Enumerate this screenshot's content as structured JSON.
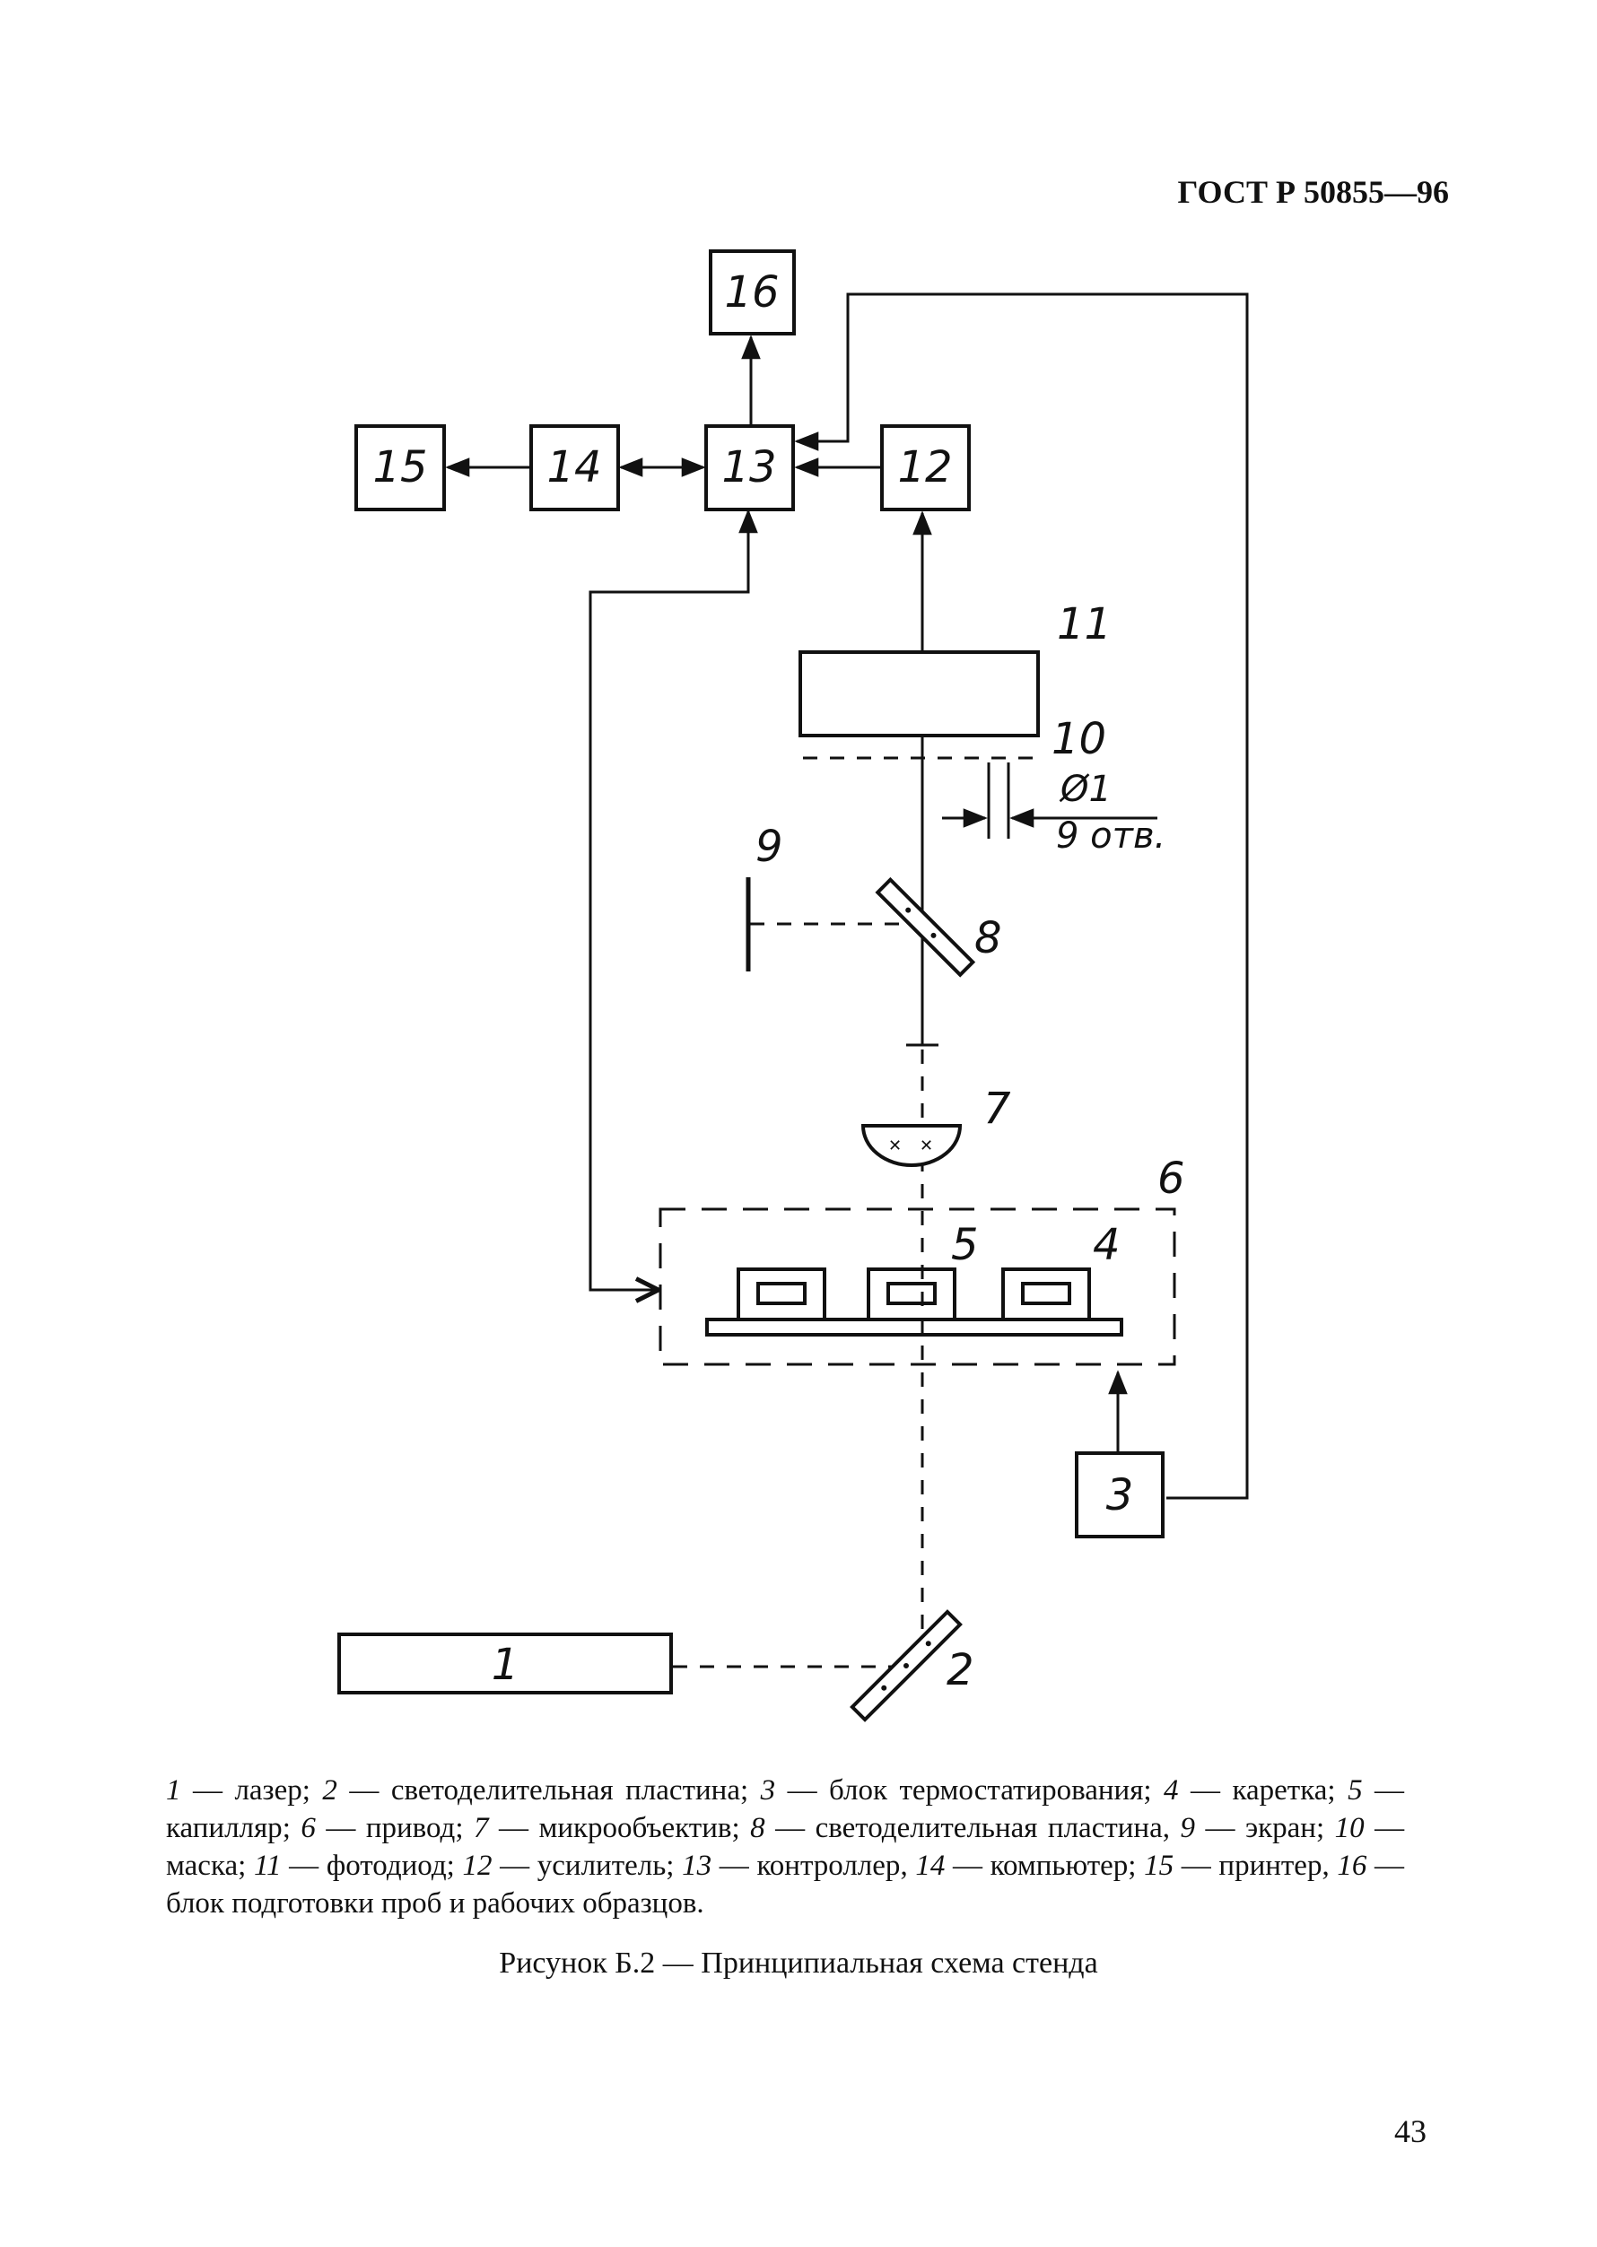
{
  "header": {
    "standard": "ГОСТ Р 50855—96"
  },
  "diagram": {
    "blocks": {
      "b1": "1",
      "b3": "3",
      "b12": "12",
      "b13": "13",
      "b14": "14",
      "b15": "15",
      "b16": "16"
    },
    "labels": {
      "l2": "2",
      "l4": "4",
      "l5": "5",
      "l6": "6",
      "l7": "7",
      "l8": "8",
      "l9": "9",
      "l10": "10",
      "l11": "11"
    },
    "mask_note": {
      "diameter": "Ø1",
      "holes": "9 отв."
    }
  },
  "legend": [
    {
      "num": "1",
      "text": "лазер"
    },
    {
      "num": "2",
      "text": "светоделительная пластина"
    },
    {
      "num": "3",
      "text": "блок термостатирования"
    },
    {
      "num": "4",
      "text": "каретка"
    },
    {
      "num": "5",
      "text": "капилляр"
    },
    {
      "num": "6",
      "text": "привод"
    },
    {
      "num": "7",
      "text": "микрообъектив"
    },
    {
      "num": "8",
      "text": "светоделительная пластина"
    },
    {
      "num": "9",
      "text": "экран"
    },
    {
      "num": "10",
      "text": "маска"
    },
    {
      "num": "11",
      "text": "фотодиод"
    },
    {
      "num": "12",
      "text": "усилитель"
    },
    {
      "num": "13",
      "text": "контроллер"
    },
    {
      "num": "14",
      "text": "компьютер"
    },
    {
      "num": "15",
      "text": "принтер"
    },
    {
      "num": "16",
      "text": "блок подготовки проб и рабочих образцов"
    }
  ],
  "caption": "Рисунок Б.2 — Принципиальная схема стенда",
  "page_number": "43"
}
